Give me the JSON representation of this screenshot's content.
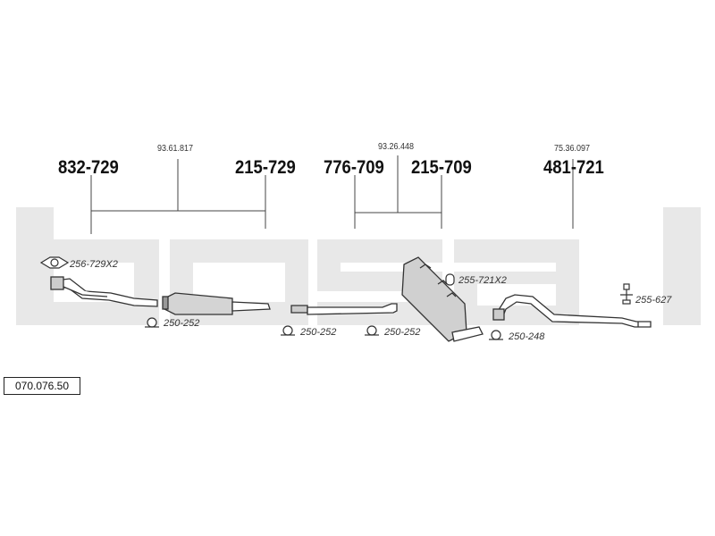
{
  "watermark": "bosal",
  "reference_number": "070.076.50",
  "assemblies": {
    "front": {
      "code": "93.61.817"
    },
    "middle": {
      "code": "93.26.448"
    },
    "rear": {
      "code": "75.36.097"
    }
  },
  "parts": {
    "p832": "832-729",
    "p215a": "215-729",
    "p776": "776-709",
    "p215b": "215-709",
    "p481": "481-721"
  },
  "fittings": {
    "gasket": "256-729X2",
    "clamp1": "250-252",
    "clamp2": "250-252",
    "clamp3": "250-252",
    "rubber": "255-721X2",
    "clamp4": "250-248",
    "hanger": "255-627"
  }
}
